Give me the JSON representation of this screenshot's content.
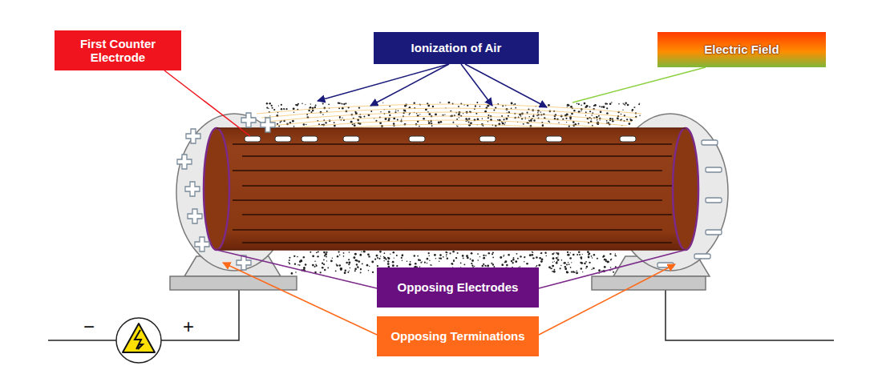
{
  "diagram": {
    "nodes": [
      {
        "text": [
          "First Counter Electrode"
        ]
      },
      {
        "text": [
          "Ionization of Air"
        ]
      },
      {
        "text": [
          "Electric Field"
        ]
      },
      {
        "text": [
          "Opposing Electrodes"
        ]
      },
      {
        "text": [
          "Opposing Terminations"
        ]
      }
    ],
    "labels": [
      "−",
      "+"
    ]
  }
}
